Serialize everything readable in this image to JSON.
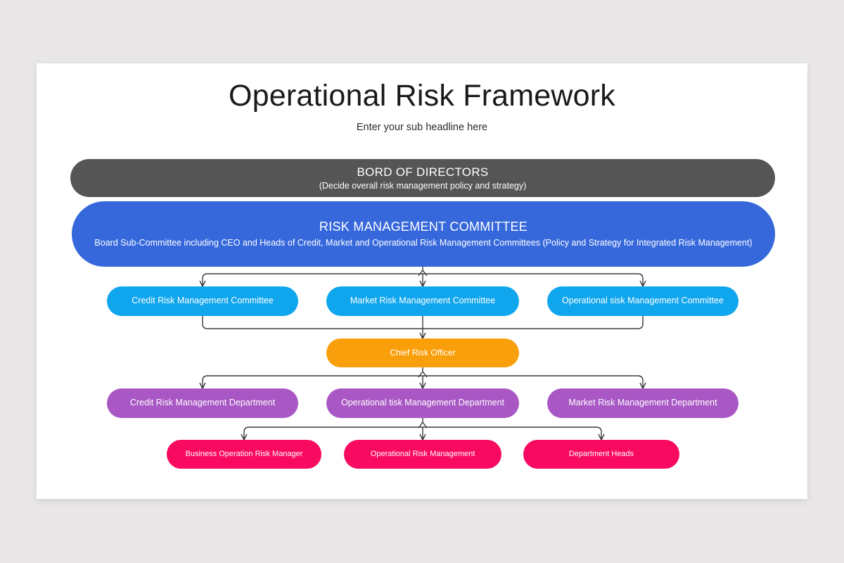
{
  "slide": {
    "title": "Operational Risk Framework",
    "subtitle": "Enter your sub headline here"
  },
  "colors": {
    "page_background": "#e9e7e8",
    "slide_background": "#ffffff",
    "board": "#555555",
    "committee": "#3668dc",
    "sub_committee": "#10a6ed",
    "officer": "#f99f0b",
    "department": "#a857c4",
    "role": "#f80a61",
    "connector": "#3a3a3a"
  },
  "chart_data": {
    "type": "diagram",
    "title": "Operational Risk Framework",
    "levels": [
      {
        "id": "board",
        "nodes": [
          {
            "title": "BORD OF DIRECTORS",
            "subtitle": "(Decide overall risk management policy and strategy)"
          }
        ]
      },
      {
        "id": "committee",
        "nodes": [
          {
            "title": "RISK MANAGEMENT COMMITTEE",
            "subtitle": "Board Sub-Committee including CEO and Heads of Credit, Market and Operational Risk Management Committees (Policy and Strategy for Integrated Risk Management)"
          }
        ]
      },
      {
        "id": "sub_committees",
        "nodes": [
          {
            "title": "Credit Risk Management Committee"
          },
          {
            "title": "Market Risk Management Committee"
          },
          {
            "title": "Operational sisk Management Committee"
          }
        ]
      },
      {
        "id": "officer",
        "nodes": [
          {
            "title": "Chief Risk Officer"
          }
        ]
      },
      {
        "id": "departments",
        "nodes": [
          {
            "title": "Credit Risk Management Department"
          },
          {
            "title": "Operational tisk Management Department"
          },
          {
            "title": "Market Risk Management Department"
          }
        ]
      },
      {
        "id": "roles",
        "nodes": [
          {
            "title": "Business Operation Risk Manager"
          },
          {
            "title": "Operational Risk Management"
          },
          {
            "title": "Department Heads"
          }
        ]
      }
    ],
    "edges": [
      {
        "from": "committee",
        "to": "sub_committees",
        "style": "fan-out-3"
      },
      {
        "from": "sub_committees",
        "to": "officer",
        "style": "fan-in-3"
      },
      {
        "from": "officer",
        "to": "departments",
        "style": "fan-out-3"
      },
      {
        "from": "departments",
        "to": "roles",
        "style": "fan-out-3"
      }
    ]
  }
}
